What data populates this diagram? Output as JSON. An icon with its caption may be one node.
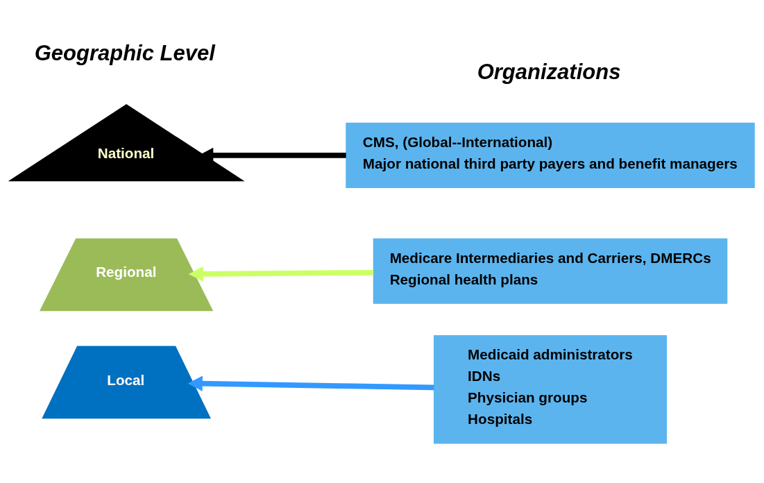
{
  "diagram": {
    "nodes": [
      {
        "text": [
          "National"
        ]
      },
      {
        "text": [
          "Regional"
        ]
      },
      {
        "text": [
          "Local"
        ]
      },
      {
        "text": [
          "CMS, (Global--International)",
          "Major national third party payers and benefit managers"
        ]
      },
      {
        "text": [
          "Medicare Intermediaries and Carriers, DMERCs",
          "Regional health plans"
        ]
      },
      {
        "text": [
          "Medicaid administrators",
          "IDNs",
          "Physician groups",
          "Hospitals"
        ]
      }
    ],
    "edges": [
      {
        "from": 3,
        "to": 0,
        "arrow": "to",
        "color": "#000000"
      },
      {
        "from": 4,
        "to": 1,
        "arrow": "to",
        "color": "#ccff66"
      },
      {
        "from": 5,
        "to": 2,
        "arrow": "to",
        "color": "#3399ff"
      }
    ],
    "labels": [
      "Geographic Level",
      "Organizations"
    ]
  }
}
